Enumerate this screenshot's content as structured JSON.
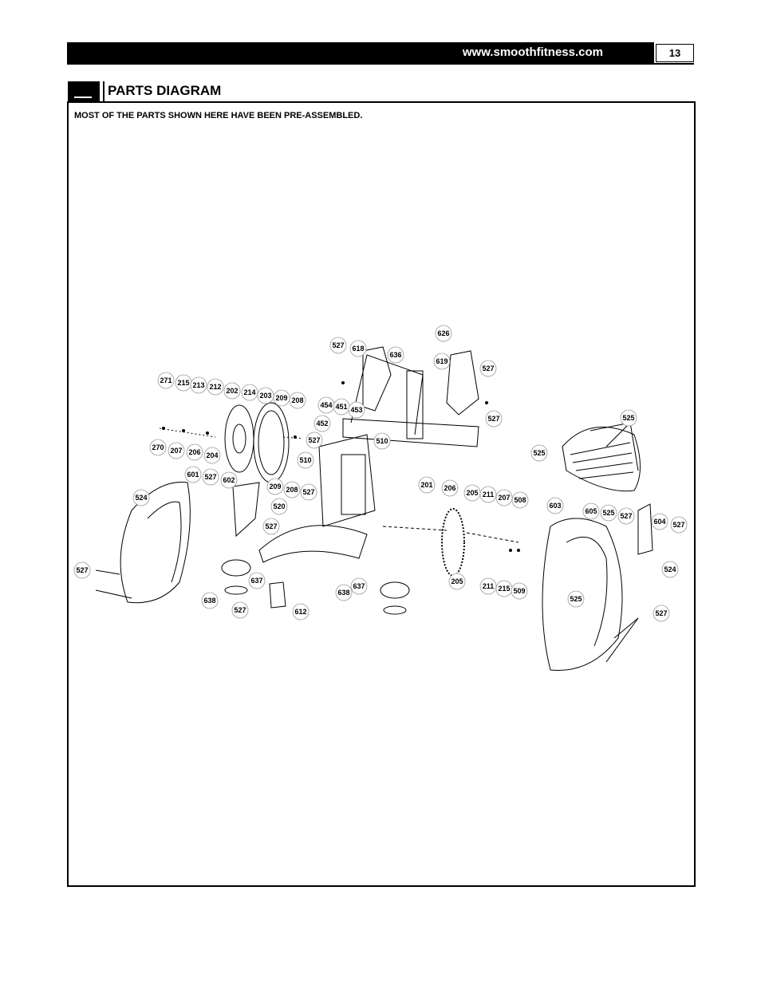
{
  "header": {
    "url": "www.smoothfitness.com",
    "page_number": "13"
  },
  "section": {
    "title": "PARTS DIAGRAM",
    "note": "MOST OF THE PARTS SHOWN HERE HAVE BEEN PRE-ASSEMBLED."
  },
  "part_labels": [
    "626",
    "527",
    "618",
    "636",
    "619",
    "527",
    "527",
    "271",
    "215",
    "213",
    "212",
    "202",
    "214",
    "203",
    "209",
    "208",
    "454",
    "451",
    "453",
    "452",
    "527",
    "510",
    "525",
    "525",
    "270",
    "207",
    "206",
    "204",
    "601",
    "527",
    "602",
    "524",
    "510",
    "209",
    "208",
    "527",
    "201",
    "206",
    "205",
    "211",
    "207",
    "508",
    "520",
    "527",
    "603",
    "605",
    "525",
    "527",
    "604",
    "527",
    "527",
    "637",
    "638",
    "527",
    "612",
    "637",
    "638",
    "205",
    "211",
    "215",
    "509",
    "524",
    "525",
    "527"
  ]
}
